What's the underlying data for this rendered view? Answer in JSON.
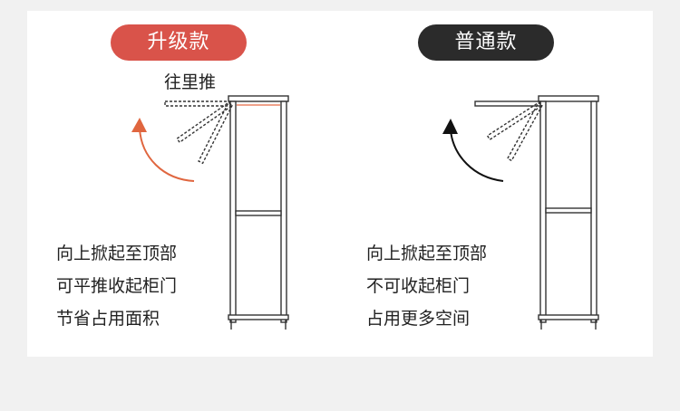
{
  "colors": {
    "upgrade_badge": "#d9534a",
    "standard_badge": "#2b2b2b",
    "upgrade_arrow": "#e0663f",
    "standard_arrow": "#111111",
    "highlight": "#f0a28a"
  },
  "upgrade": {
    "badge": "升级款",
    "push_label": "往里推",
    "desc": [
      "向上掀起至顶部",
      "可平推收起柜门",
      "节省占用面积"
    ]
  },
  "standard": {
    "badge": "普通款",
    "desc": [
      "向上掀起至顶部",
      "不可收起柜门",
      "占用更多空间"
    ]
  }
}
